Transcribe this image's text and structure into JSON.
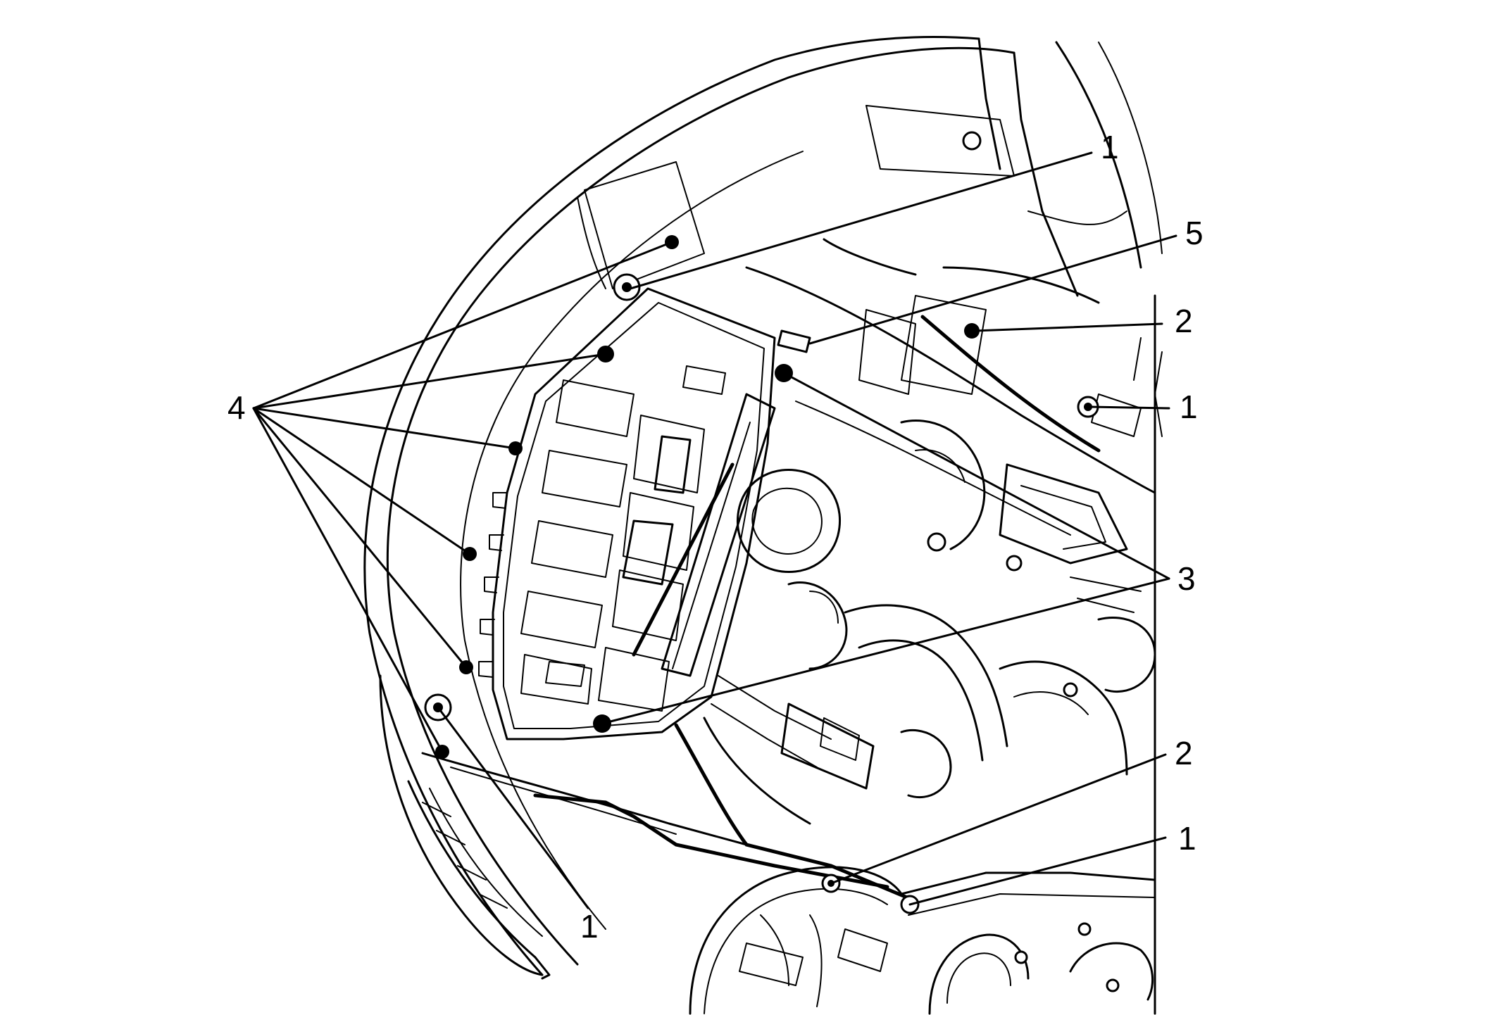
{
  "callouts": {
    "c1_top": "1",
    "c5": "5",
    "c2_upper": "2",
    "c1_right": "1",
    "c4": "4",
    "c3": "3",
    "c2_lower": "2",
    "c1_lower_right": "1",
    "c1_bottom": "1"
  }
}
